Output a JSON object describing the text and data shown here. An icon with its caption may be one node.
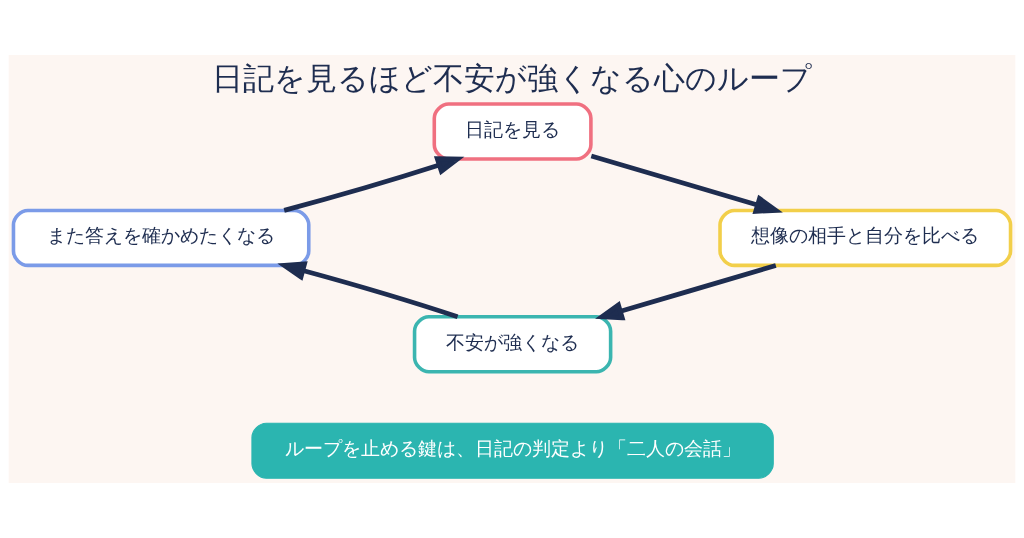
{
  "diagram": {
    "title": "日記を見るほど不安が強くなる心のループ",
    "nodes": [
      {
        "text": [
          "日記を見る"
        ]
      },
      {
        "text": [
          "想像の相手と自分を比べる"
        ]
      },
      {
        "text": [
          "不安が強くなる"
        ]
      },
      {
        "text": [
          "また答えを確かめたくなる"
        ]
      },
      {
        "text": [
          "ループを止める鍵は、日記の判定より「二人の会話」"
        ]
      }
    ],
    "edges": [
      {
        "from": 0,
        "to": 1,
        "arrow": "to"
      },
      {
        "from": 1,
        "to": 2,
        "arrow": "to"
      },
      {
        "from": 2,
        "to": 3,
        "arrow": "to"
      },
      {
        "from": 3,
        "to": 0,
        "arrow": "to"
      }
    ]
  }
}
